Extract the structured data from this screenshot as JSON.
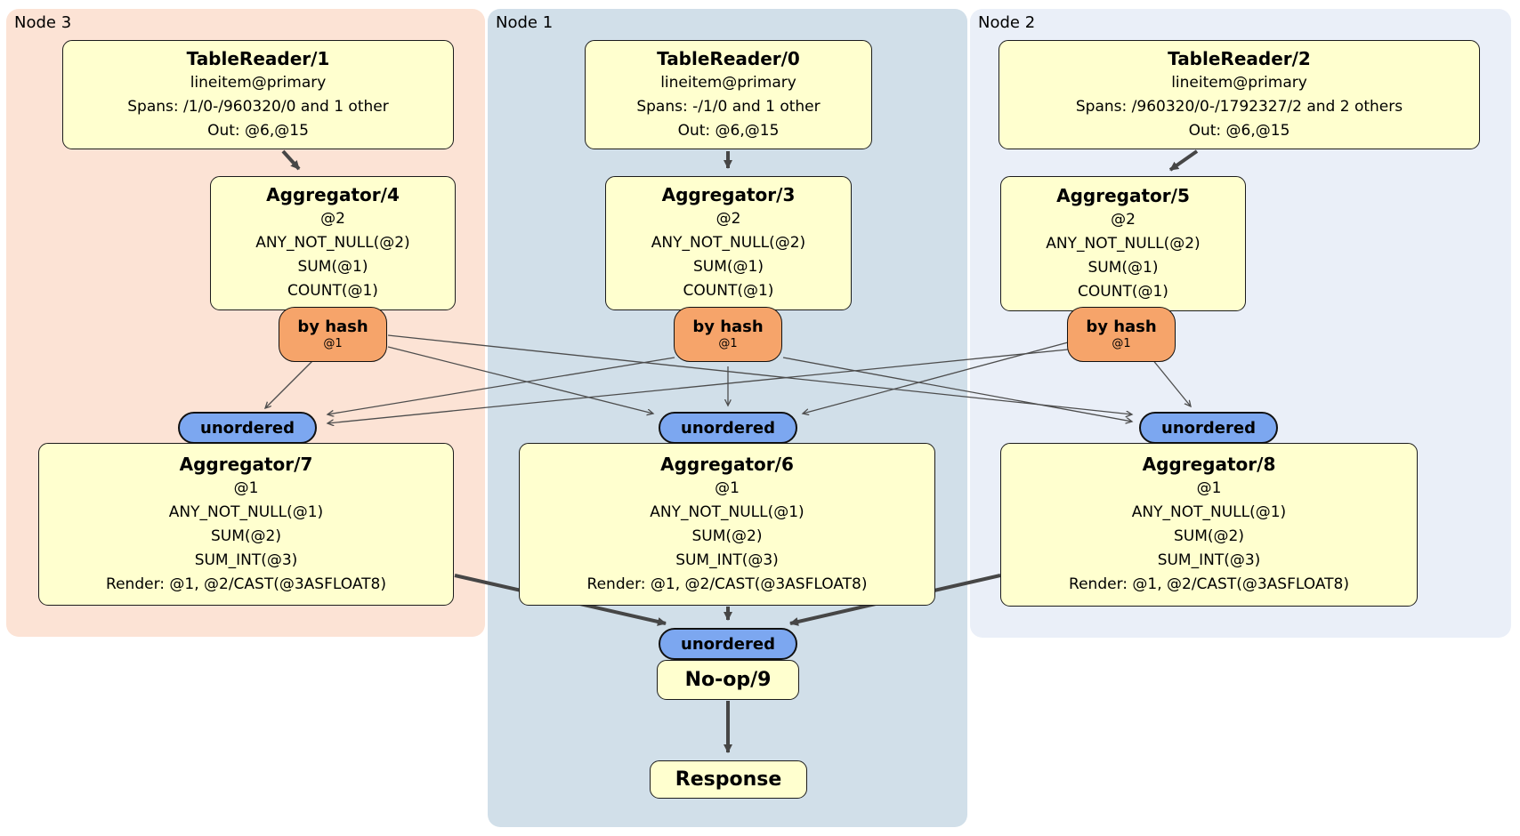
{
  "colors": {
    "node3_bg": "#fce3d5",
    "node1_bg": "#d1dfe9",
    "node2_bg": "#eaeff8",
    "box_fill": "#ffffcf",
    "router_fill": "#f6a46a",
    "pill_fill": "#7ca7f0",
    "edge_thin": "#4d4d4d",
    "edge_thick": "#464646"
  },
  "node_groups": [
    {
      "label": "Node 3",
      "table_reader": {
        "title": "TableReader/1",
        "lines": [
          "lineitem@primary",
          "Spans: /1/0-/960320/0 and 1 other",
          "Out: @6,@15"
        ]
      },
      "pre_aggregator": {
        "title": "Aggregator/4",
        "lines": [
          "@2",
          "ANY_NOT_NULL(@2)",
          "SUM(@1)",
          "COUNT(@1)"
        ]
      },
      "router": {
        "label": "by hash",
        "detail": "@1"
      },
      "stream_label": "unordered",
      "final_aggregator": {
        "title": "Aggregator/7",
        "lines": [
          "@1",
          "ANY_NOT_NULL(@1)",
          "SUM(@2)",
          "SUM_INT(@3)",
          "Render: @1, @2/CAST(@3ASFLOAT8)"
        ]
      }
    },
    {
      "label": "Node 1",
      "table_reader": {
        "title": "TableReader/0",
        "lines": [
          "lineitem@primary",
          "Spans: -/1/0 and 1 other",
          "Out: @6,@15"
        ]
      },
      "pre_aggregator": {
        "title": "Aggregator/3",
        "lines": [
          "@2",
          "ANY_NOT_NULL(@2)",
          "SUM(@1)",
          "COUNT(@1)"
        ]
      },
      "router": {
        "label": "by hash",
        "detail": "@1"
      },
      "stream_label": "unordered",
      "final_aggregator": {
        "title": "Aggregator/6",
        "lines": [
          "@1",
          "ANY_NOT_NULL(@1)",
          "SUM(@2)",
          "SUM_INT(@3)",
          "Render: @1, @2/CAST(@3ASFLOAT8)"
        ]
      }
    },
    {
      "label": "Node 2",
      "table_reader": {
        "title": "TableReader/2",
        "lines": [
          "lineitem@primary",
          "Spans: /960320/0-/1792327/2 and 2 others",
          "Out: @6,@15"
        ]
      },
      "pre_aggregator": {
        "title": "Aggregator/5",
        "lines": [
          "@2",
          "ANY_NOT_NULL(@2)",
          "SUM(@1)",
          "COUNT(@1)"
        ]
      },
      "router": {
        "label": "by hash",
        "detail": "@1"
      },
      "stream_label": "unordered",
      "final_aggregator": {
        "title": "Aggregator/8",
        "lines": [
          "@1",
          "ANY_NOT_NULL(@1)",
          "SUM(@2)",
          "SUM_INT(@3)",
          "Render: @1, @2/CAST(@3ASFLOAT8)"
        ]
      }
    }
  ],
  "output_chain": {
    "stream_label": "unordered",
    "noop_title": "No-op/9",
    "response_title": "Response"
  }
}
